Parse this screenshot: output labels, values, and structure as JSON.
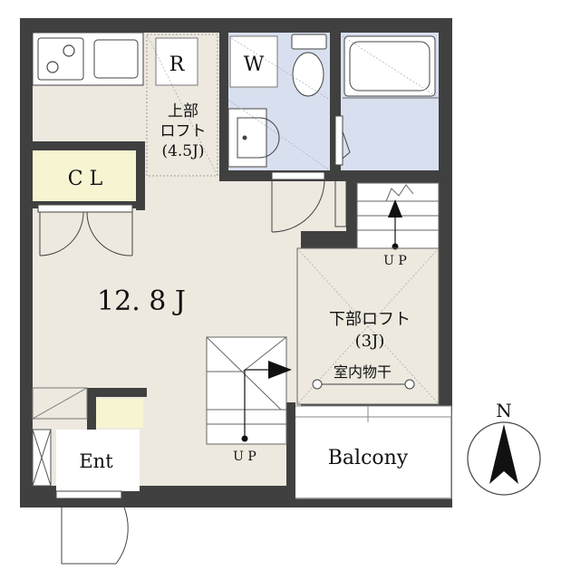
{
  "rooms": {
    "refrigerator": "R",
    "loft_upper": [
      "上部",
      "ロフト",
      "(4.5J)"
    ],
    "washer": "W",
    "closet": "C L",
    "main_room": "12. 8 J",
    "loft_lower": [
      "下部ロフト",
      "(3J)"
    ],
    "indoor_drying": "室内物干",
    "entrance": "Ent",
    "balcony": "Balcony"
  },
  "stairs": {
    "upper_up": "U P",
    "lower_up": "U P"
  },
  "compass": {
    "north": "N"
  },
  "colors": {
    "wall": "#404040",
    "floor": "#ede9df",
    "wet_area": "#d8e0ef",
    "closet": "#f7f4d2",
    "stair": "#ffffff",
    "line": "#555555"
  }
}
